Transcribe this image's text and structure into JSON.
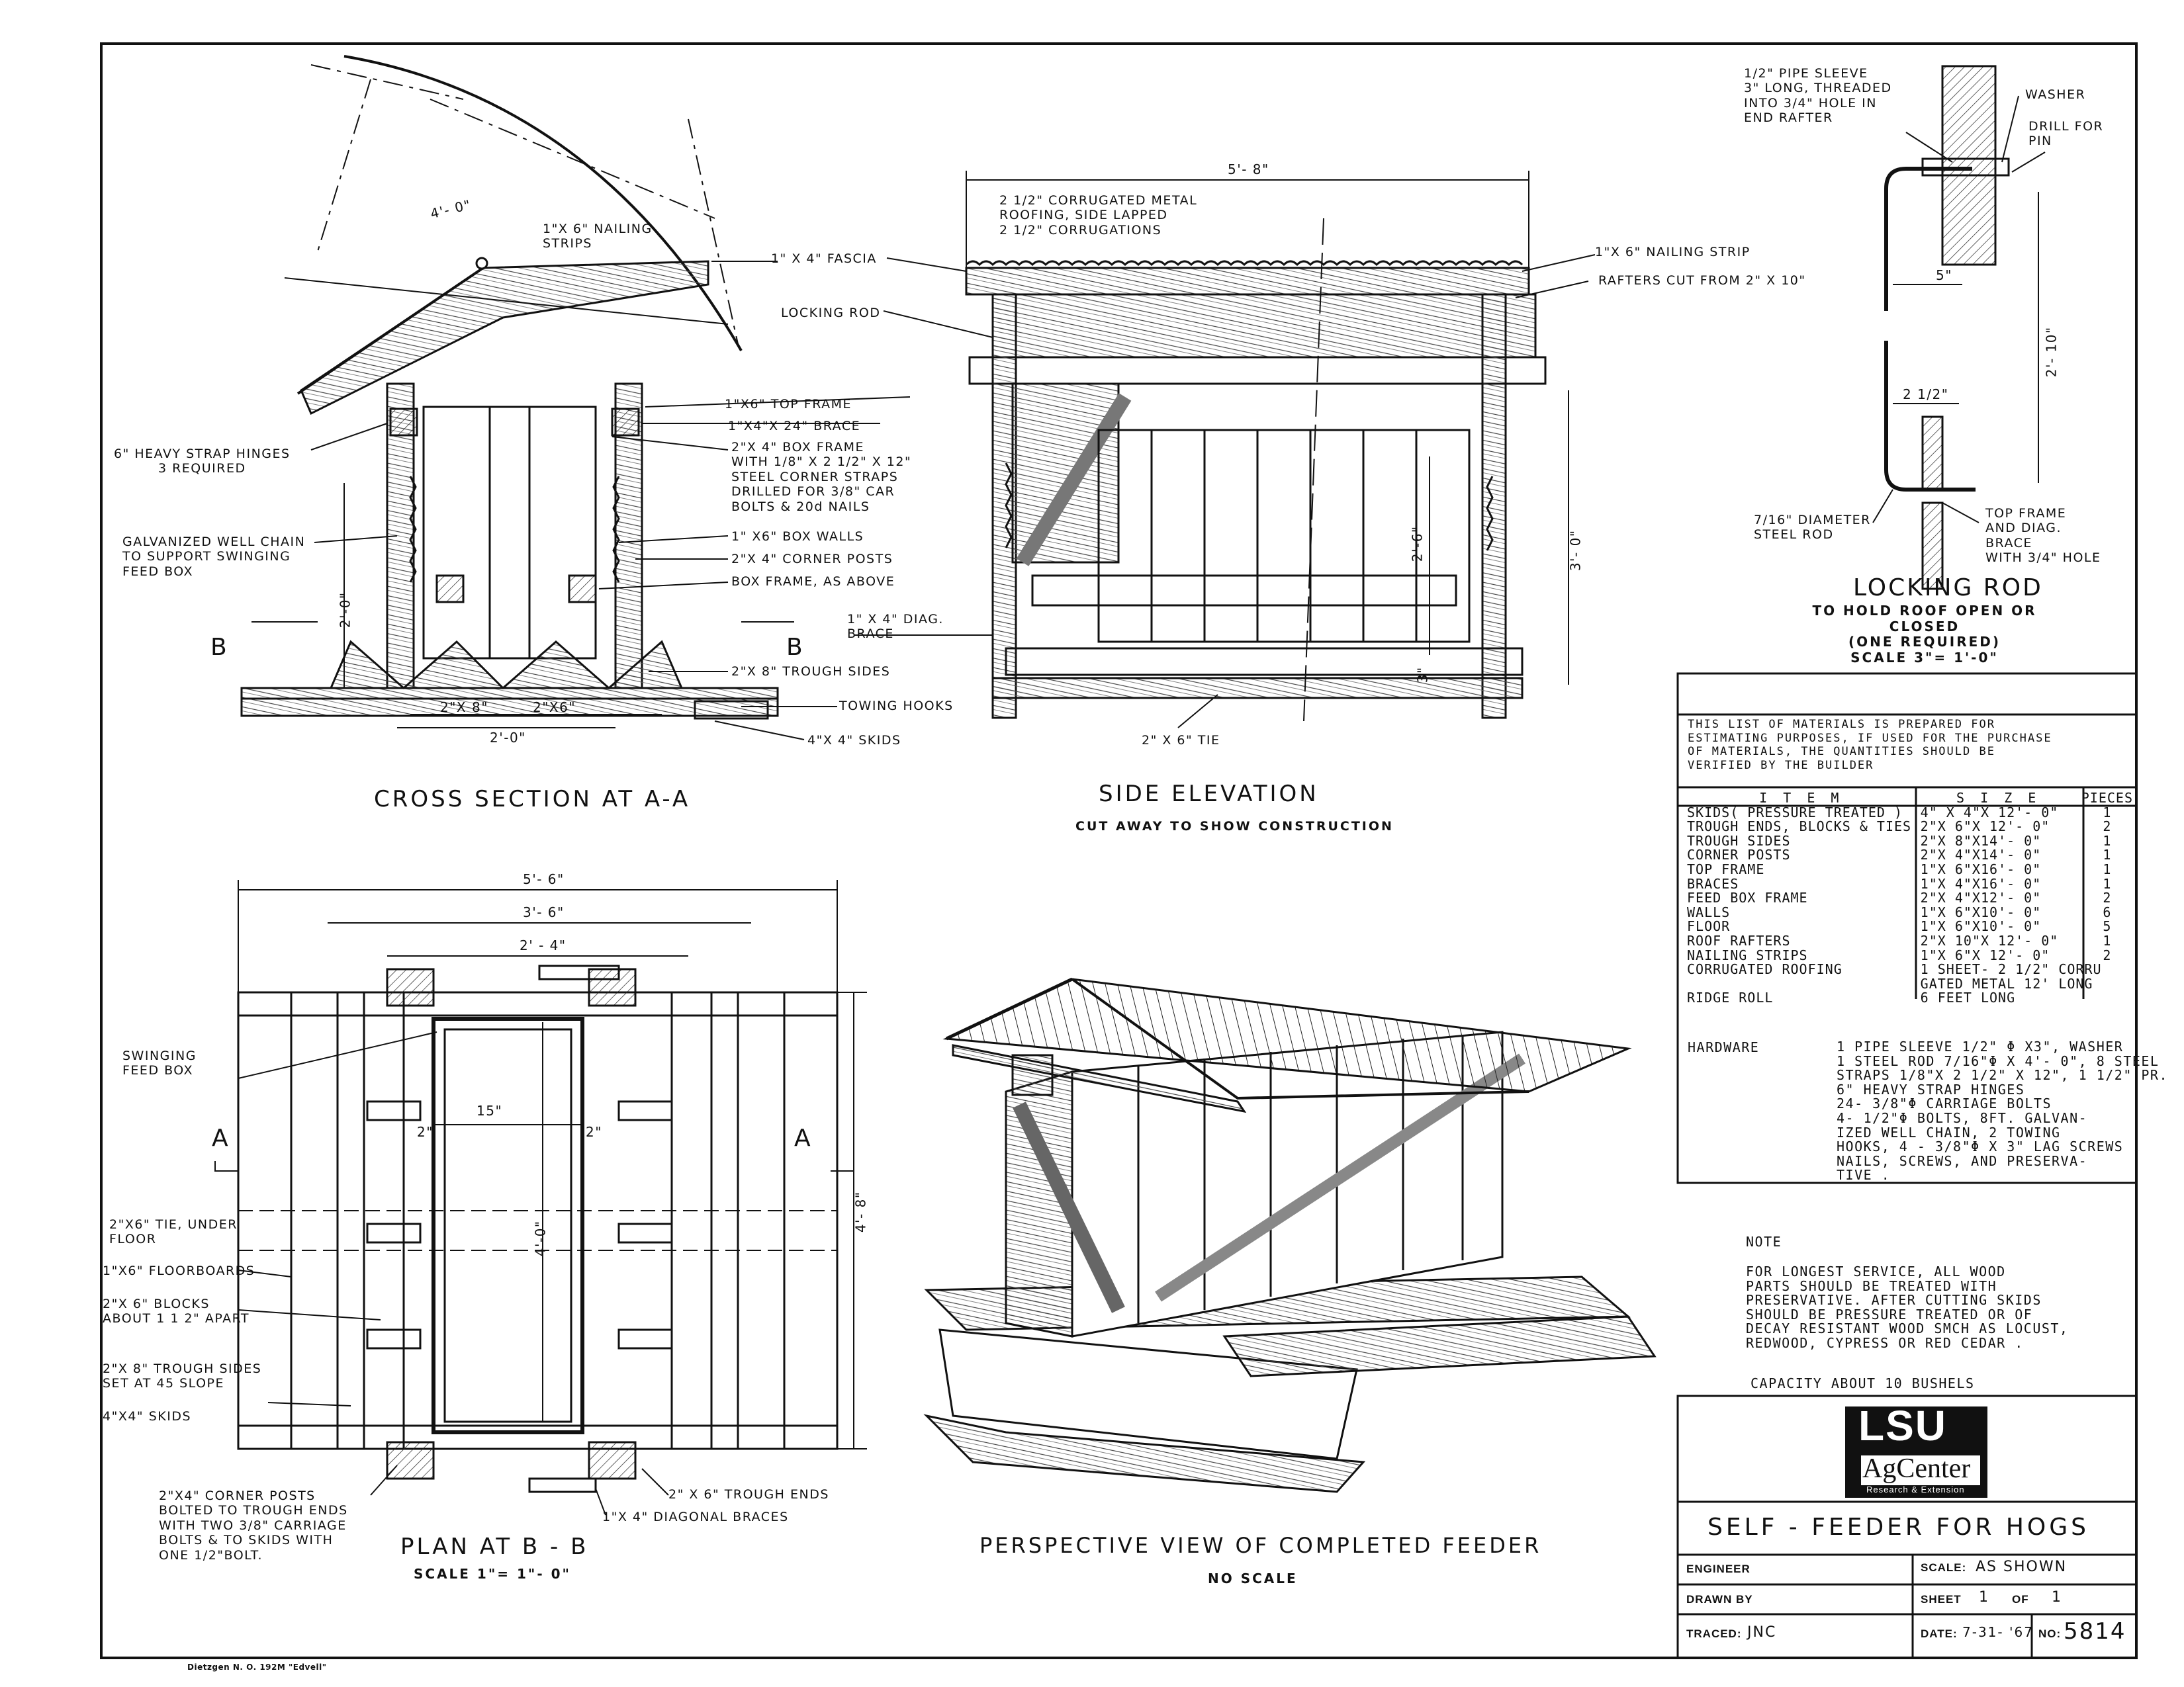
{
  "cross_section": {
    "title": "CROSS SECTION AT A-A",
    "labels": {
      "dim_4_0": "4'- 0\"",
      "nailing_strips": "1\"X 6\" NAILING\nSTRIPS",
      "fascia": "1\" X 4\"  FASCIA",
      "locking_rod": "LOCKING  ROD",
      "top_frame": "1\"X6\" TOP FRAME",
      "brace": "1\"X4\"X 24\"  BRACE",
      "box_frame": "2\"X 4\"  BOX  FRAME\nWITH 1/8\" X 2 1/2\" X 12\"\nSTEEL CORNER STRAPS\nDRILLED FOR 3/8\" CAR\nBOLTS & 20d NAILS",
      "box_walls": "1\" X6\" BOX WALLS",
      "corner_posts": "2\"X 4\"  CORNER  POSTS",
      "box_frame_above": "BOX FRAME, AS ABOVE",
      "diag_brace": "1\" X 4\" DIAG.\nBRACE",
      "trough_sides": "2\"X 8\"  TROUGH  SIDES",
      "towing_hooks": "TOWING  HOOKS",
      "skids": "4\"X 4\"  SKIDS",
      "strap_hinges": "6\" HEAVY  STRAP  HINGES\n3  REQUIRED",
      "chain": "GALVANIZED  WELL CHAIN\nTO  SUPPORT  SWINGING\nFEED BOX",
      "dim_2_0_v": "2'-0\"",
      "dim_2x8": "2\"X 8\"",
      "dim_2x6": "2\"X6\"",
      "dim_2_0_h": "2'-0\"",
      "b_left": "B",
      "b_right": "B"
    }
  },
  "side_elevation": {
    "title": "SIDE ELEVATION",
    "subtitle": "CUT AWAY TO SHOW CONSTRUCTION",
    "labels": {
      "dim_5_8": "5'- 8\"",
      "roofing": "2 1/2\"  CORRUGATED  METAL\nROOFING,  SIDE  LAPPED\n2 1/2\"  CORRUGATIONS",
      "nailing_strip": "1\"X 6\"  NAILING   STRIP",
      "rafters": "RAFTERS  CUT  FROM  2\" X 10\"",
      "dim_2_6": "2'-6\"",
      "dim_3_0": "3'- 0\"",
      "dim_3": "3\"",
      "tie": "2\" X 6\"  TIE"
    }
  },
  "locking_rod": {
    "title": "LOCKING  ROD",
    "subtitle": "TO HOLD ROOF OPEN OR CLOSED\n(ONE REQUIRED)\nSCALE  3\"= 1'-0\"",
    "labels": {
      "pipe_sleeve": "1/2\" PIPE SLEEVE\n3\"  LONG, THREADED\nINTO 3/4\" HOLE IN\nEND  RAFTER",
      "washer": "WASHER",
      "drill": "DRILL  FOR\nPIN",
      "dim_5": "5\"",
      "dim_2_10": "2'- 10\"",
      "dim_2_half": "2 1/2\"",
      "steel_rod": "7/16\" DIAMETER\nSTEEL ROD",
      "top_frame": "TOP FRAME\nAND DIAG.\nBRACE\nWITH 3/4\" HOLE"
    }
  },
  "materials": {
    "note": "THIS  LIST  OF  MATERIALS  IS  PREPARED  FOR\nESTIMATING  PURPOSES,  IF  USED  FOR  THE  PURCHASE\nOF  MATERIALS,  THE  QUANTITIES  SHOULD  BE\nVERIFIED  BY  THE  BUILDER",
    "headers": [
      "I T E M",
      "S I Z E",
      "PIECES"
    ],
    "rows": [
      [
        "SKIDS( PRESSURE TREATED )",
        "4\" X  4\"X 12'- 0\"",
        "1"
      ],
      [
        "TROUGH ENDS, BLOCKS & TIES",
        "2\"X  6\"X 12'- 0\"",
        "2"
      ],
      [
        "TROUGH  SIDES",
        "2\"X  8\"X14'- 0\"",
        "1"
      ],
      [
        "CORNER  POSTS",
        "2\"X  4\"X14'- 0\"",
        "1"
      ],
      [
        "TOP  FRAME",
        "1\"X  6\"X16'- 0\"",
        "1"
      ],
      [
        "BRACES",
        "1\"X  4\"X16'- 0\"",
        "1"
      ],
      [
        "FEED BOX FRAME",
        "2\"X  4\"X12'- 0\"",
        "2"
      ],
      [
        "WALLS",
        "1\"X  6\"X10'- 0\"",
        "6"
      ],
      [
        "FLOOR",
        "1\"X  6\"X10'- 0\"",
        "5"
      ],
      [
        "ROOF RAFTERS",
        "2\"X 10\"X 12'- 0\"",
        "1"
      ],
      [
        "NAILING STRIPS",
        "1\"X  6\"X 12'- 0\"",
        "2"
      ],
      [
        "CORRUGATED  ROOFING",
        "1 SHEET- 2 1/2\" CORRU\nGATED  METAL 12' LONG",
        ""
      ],
      [
        "RIDGE ROLL",
        "6 FEET  LONG",
        ""
      ]
    ],
    "hardware_label": "HARDWARE",
    "hardware": "1  PIPE  SLEEVE  1/2\" Φ X3\", WASHER\n1 STEEL ROD 7/16\"Φ X 4'- 0\",  8 STEEL\nSTRAPS  1/8\"X 2 1/2\" X 12\",  1 1/2\" PR.\n6\" HEAVY  STRAP  HINGES\n24- 3/8\"Φ CARRIAGE BOLTS\n4- 1/2\"Φ BOLTS,  8FT.  GALVAN-\nIZED  WELL  CHAIN,   2  TOWING\nHOOKS,  4 - 3/8\"Φ X 3\" LAG  SCREWS\nNAILS,  SCREWS, AND  PRESERVA-\nTIVE ."
  },
  "note": {
    "heading": "NOTE",
    "text": "FOR  LONGEST  SERVICE,  ALL  WOOD\nPARTS  SHOULD  BE  TREATED  WITH\nPRESERVATIVE.  AFTER  CUTTING  SKIDS\nSHOULD  BE  PRESSURE  TREATED OR  OF\nDECAY  RESISTANT  WOOD  SMCH  AS LOCUST,\nREDWOOD,  CYPRESS  OR  RED  CEDAR .",
    "capacity": "CAPACITY  ABOUT  10  BUSHELS"
  },
  "plan": {
    "title": "PLAN  AT  B - B",
    "subtitle": "SCALE  1\"=  1\"-  0\"",
    "labels": {
      "dim_5_6": "5'- 6\"",
      "dim_3_6": "3'- 6\"",
      "dim_2_4": "2' - 4\"",
      "swinging": "SWINGING\nFEED  BOX",
      "a_left": "A",
      "a_right": "A",
      "dim_15": "15\"",
      "dim_2a": "2\"",
      "dim_2b": "2\"",
      "dim_4_0": "4'-0\"",
      "dim_4_8": "4'- 8\"",
      "tie_under": "2\"X6\" TIE, UNDER\nFLOOR",
      "floorboards": "1\"X6\" FLOORBOARDS",
      "blocks": "2\"X 6\" BLOCKS\nABOUT 1 1 2\" APART",
      "trough_sides": "2\"X 8\"  TROUGH SIDES\nSET AT 45 SLOPE",
      "skids": "4\"X4\" SKIDS",
      "corner_posts": "2\"X4\" CORNER  POSTS\nBOLTED TO TROUGH ENDS\nWITH TWO 3/8\" CARRIAGE\nBOLTS  & TO SKIDS WITH\nONE  1/2\"BOLT.",
      "trough_ends": "2\" X 6\"  TROUGH  ENDS",
      "diag_braces": "1\"X 4\"  DIAGONAL  BRACES"
    }
  },
  "perspective": {
    "title": "PERSPECTIVE    VIEW  OF  COMPLETED  FEEDER",
    "subtitle": "NO   SCALE"
  },
  "title_block": {
    "logo_line1": "LSU",
    "logo_line2": "AgCenter",
    "logo_line3": "Research & Extension",
    "drawing_title": "SELF - FEEDER  FOR  HOGS",
    "engineer_label": "ENGINEER",
    "scale_label": "SCALE:",
    "scale_value": "AS  SHOWN",
    "drawn_label": "DRAWN  BY",
    "sheet_label": "SHEET",
    "sheet_value": "1",
    "of_label": "OF",
    "of_value": "1",
    "traced_label": "TRACED:",
    "traced_value": "JNC",
    "date_label": "DATE:",
    "date_value": "7-31- '67",
    "no_label": "NO:",
    "no_value": "5814"
  },
  "footer": {
    "paper": "Dietzgen  N. O.  192M  \"Edvell\""
  },
  "colors": {
    "ink": "#111111",
    "paper": "#ffffff",
    "wood_hatch": "#555555"
  }
}
